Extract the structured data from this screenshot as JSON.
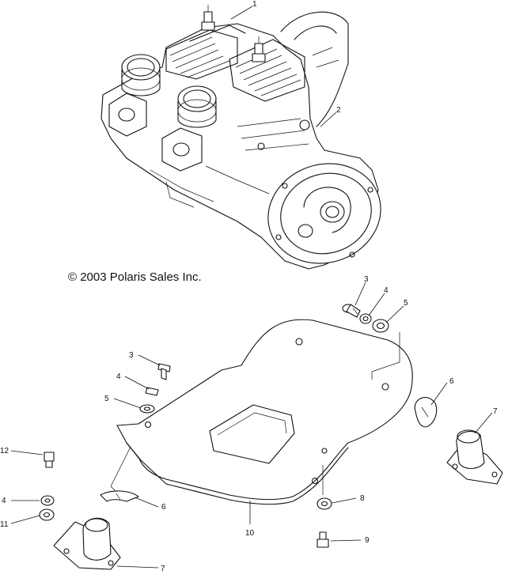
{
  "copyright": "© 2003 Polaris Sales Inc.",
  "callouts": [
    {
      "id": "c1",
      "label": "1"
    },
    {
      "id": "c2",
      "label": "2"
    },
    {
      "id": "c3a",
      "label": "3"
    },
    {
      "id": "c4a",
      "label": "4"
    },
    {
      "id": "c5a",
      "label": "5"
    },
    {
      "id": "c3b",
      "label": "3"
    },
    {
      "id": "c4b",
      "label": "4"
    },
    {
      "id": "c5b",
      "label": "5"
    },
    {
      "id": "c6a",
      "label": "6"
    },
    {
      "id": "c7a",
      "label": "7"
    },
    {
      "id": "c12",
      "label": "12"
    },
    {
      "id": "c4c",
      "label": "4"
    },
    {
      "id": "c11",
      "label": "11"
    },
    {
      "id": "c6b",
      "label": "6"
    },
    {
      "id": "c8",
      "label": "8"
    },
    {
      "id": "c10",
      "label": "10"
    },
    {
      "id": "c9",
      "label": "9"
    },
    {
      "id": "c7b",
      "label": "7"
    }
  ]
}
